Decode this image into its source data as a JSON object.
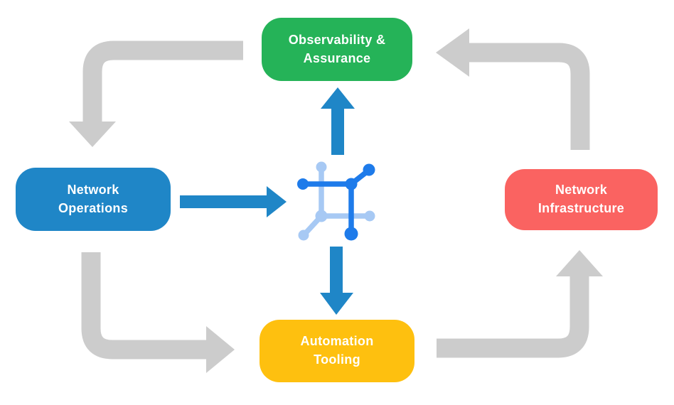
{
  "colors": {
    "background": "#ffffff",
    "arrow_gray": "#cccccc",
    "arrow_blue": "#1f86c7",
    "node_green": "#25b358",
    "node_blue": "#1f86c7",
    "node_red": "#fa6361",
    "node_yellow": "#fec00f",
    "icon_dark_blue": "#1e7bea",
    "icon_light_blue": "#a7c9f4",
    "label_text": "#ffffff"
  },
  "nodes": {
    "observability": {
      "label": "Observability & Assurance",
      "lines": [
        "Observability &",
        "Assurance"
      ],
      "color": "#25b358"
    },
    "network_operations": {
      "label": "Network Operations",
      "lines": [
        "Network",
        "Operations"
      ],
      "color": "#1f86c7"
    },
    "network_infrastructure": {
      "label": "Network Infrastructure",
      "lines": [
        "Network",
        "Infrastructure"
      ],
      "color": "#fa6361"
    },
    "automation_tooling": {
      "label": "Automation Tooling",
      "lines": [
        "Automation",
        "Tooling"
      ],
      "color": "#fec00f"
    }
  },
  "center_icon": {
    "name": "connected-network-icon"
  },
  "edges": [
    {
      "from": "Observability & Assurance",
      "to": "Network Operations",
      "style": "gray-elbow"
    },
    {
      "from": "Network Infrastructure",
      "to": "Observability & Assurance",
      "style": "gray-elbow"
    },
    {
      "from": "Network Operations",
      "to": "Automation Tooling",
      "style": "gray-elbow"
    },
    {
      "from": "Automation Tooling",
      "to": "Network Infrastructure",
      "style": "gray-elbow"
    },
    {
      "from": "Network Operations",
      "to": "connected-network-icon",
      "style": "blue-straight"
    },
    {
      "from": "connected-network-icon",
      "to": "Observability & Assurance",
      "style": "blue-straight"
    },
    {
      "from": "connected-network-icon",
      "to": "Automation Tooling",
      "style": "blue-straight"
    }
  ]
}
